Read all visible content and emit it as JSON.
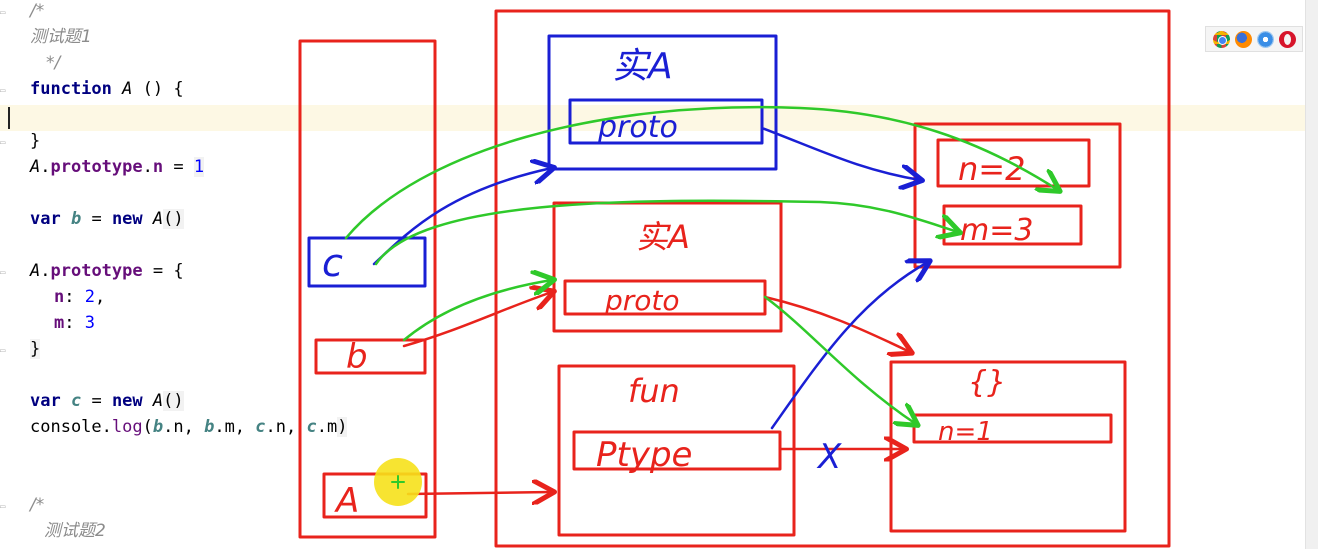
{
  "code": {
    "comment1_open": "/*",
    "comment1_text": "测试题1",
    "comment1_close": "*/",
    "kw_function": "function",
    "fn_name": "A",
    "fn_rest": " () {",
    "close_brace": "}",
    "line_proto_obj": "A",
    "line_proto_dot1": ".",
    "line_proto_prop": "prototype",
    "line_proto_dot2": ".",
    "line_proto_n": "n",
    "line_proto_eq": " = ",
    "line_proto_val": "1",
    "kw_var": "var",
    "var_b": "b",
    "eq": " = ",
    "kw_new": "new",
    "call_A": "A",
    "call_parens": "()",
    "reassign_obj": "A",
    "reassign_dot": ".",
    "reassign_prop": "prototype",
    "reassign_rest": " = {",
    "obj_n_key": "n",
    "obj_n_sep": ": ",
    "obj_n_val": "2",
    "obj_n_comma": ",",
    "obj_m_key": "m",
    "obj_m_sep": ": ",
    "obj_m_val": "3",
    "obj_close": "}",
    "var_c": "c",
    "console": "console",
    "log_dot": ".",
    "log": "log",
    "log_open": "(",
    "arg_b1": "b",
    "arg_n1": ".n, ",
    "arg_b2": "b",
    "arg_m1": ".m, ",
    "arg_c1": "c",
    "arg_n2": ".n, ",
    "arg_c2": "c",
    "arg_m2": ".m",
    "log_close": ")",
    "comment2_open": "/*",
    "comment2_text": "测试题2"
  },
  "annotations": {
    "c_label": "c",
    "b_label": "b",
    "a_label": "A",
    "instance_c_title": "实A",
    "instance_c_proto": "proto",
    "instance_b_title": "实A",
    "instance_b_proto": "proto",
    "fun_title": "fun",
    "fun_ptype": "Ptype",
    "new_proto_n": "n=2",
    "new_proto_m": "m=3",
    "old_proto_title": "{}",
    "old_proto_n": "n=1",
    "cut_mark": "X"
  },
  "colors": {
    "red_ink": "#e8231c",
    "blue_ink": "#1a1fd4",
    "green_ink": "#2fc92a",
    "pointer_yellow": "#f6e11b"
  },
  "icons": [
    "chrome-icon",
    "firefox-icon",
    "safari-icon",
    "opera-icon"
  ]
}
